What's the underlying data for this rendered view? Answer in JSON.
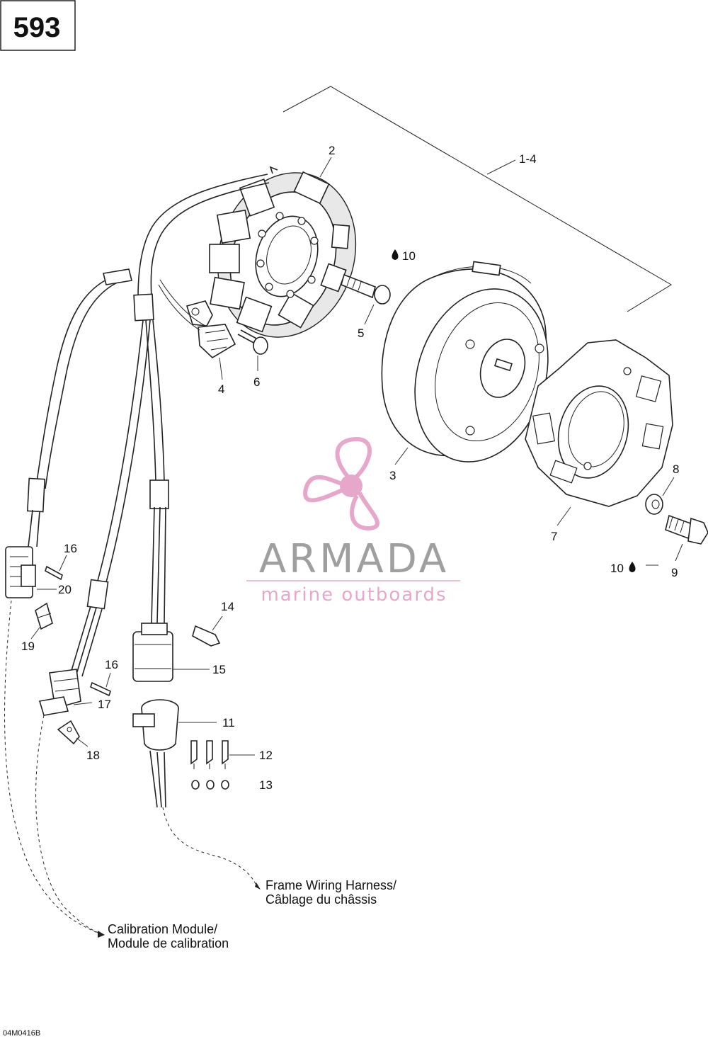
{
  "page_number": "593",
  "doc_code": "04M0416B",
  "watermark": {
    "brand": "ARMADA",
    "tagline": "marine outboards",
    "logo_color": "#e6a3c8",
    "text_color": "#9a9a9a",
    "tagline_color": "#e6a3c8"
  },
  "labels": {
    "l_1_4": "1-4",
    "l_2": "2",
    "l_3": "3",
    "l_4": "4",
    "l_5": "5",
    "l_6": "6",
    "l_7": "7",
    "l_8": "8",
    "l_9": "9",
    "l_10a": "10",
    "l_10b": "10",
    "l_11": "11",
    "l_12": "12",
    "l_13": "13",
    "l_14": "14",
    "l_15": "15",
    "l_16a": "16",
    "l_16b": "16",
    "l_17": "17",
    "l_18": "18",
    "l_19": "19",
    "l_20": "20"
  },
  "notes": {
    "frame_harness_line1": "Frame Wiring Harness/",
    "frame_harness_line2": "Câblage du châssis",
    "calibration_line1": "Calibration Module/",
    "calibration_line2": "Module de calibration"
  }
}
